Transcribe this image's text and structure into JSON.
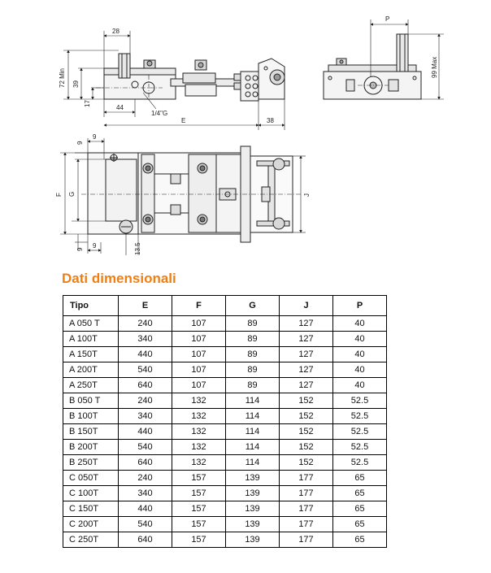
{
  "drawing": {
    "front_labels": {
      "dim_28": "28",
      "dim_72_min": "72 Min",
      "dim_39": "39",
      "dim_17": "17",
      "dim_44": "44",
      "dim_thread": "1/4\"G",
      "dim_E": "E",
      "dim_38": "38"
    },
    "side_labels": {
      "dim_P": "P",
      "dim_99_max": "99 Max"
    },
    "top_labels": {
      "dim_9_top": "9",
      "dim_9_left": "9",
      "dim_F": "F",
      "dim_G": "G",
      "dim_J": "J",
      "dim_9_bottom": "9",
      "dim_9_bottom_right": "9",
      "dim_13_5": "13.5"
    }
  },
  "section_title": "Dati dimensionali",
  "table": {
    "headers": [
      "Tipo",
      "E",
      "F",
      "G",
      "J",
      "P"
    ],
    "rows": [
      [
        "A 050 T",
        "240",
        "107",
        "89",
        "127",
        "40"
      ],
      [
        "A  100T",
        "340",
        "107",
        "89",
        "127",
        "40"
      ],
      [
        "A  150T",
        "440",
        "107",
        "89",
        "127",
        "40"
      ],
      [
        "A  200T",
        "540",
        "107",
        "89",
        "127",
        "40"
      ],
      [
        "A  250T",
        "640",
        "107",
        "89",
        "127",
        "40"
      ],
      [
        "B 050 T",
        "240",
        "132",
        "114",
        "152",
        "52.5"
      ],
      [
        "B  100T",
        "340",
        "132",
        "114",
        "152",
        "52.5"
      ],
      [
        "B  150T",
        "440",
        "132",
        "114",
        "152",
        "52.5"
      ],
      [
        "B  200T",
        "540",
        "132",
        "114",
        "152",
        "52.5"
      ],
      [
        "B  250T",
        "640",
        "132",
        "114",
        "152",
        "52.5"
      ],
      [
        "C 050T",
        "240",
        "157",
        "139",
        "177",
        "65"
      ],
      [
        "C  100T",
        "340",
        "157",
        "139",
        "177",
        "65"
      ],
      [
        "C  150T",
        "440",
        "157",
        "139",
        "177",
        "65"
      ],
      [
        "C  200T",
        "540",
        "157",
        "139",
        "177",
        "65"
      ],
      [
        "C  250T",
        "640",
        "157",
        "139",
        "177",
        "65"
      ]
    ]
  },
  "colors": {
    "title_orange": "#f07f12",
    "line": "#222222"
  }
}
